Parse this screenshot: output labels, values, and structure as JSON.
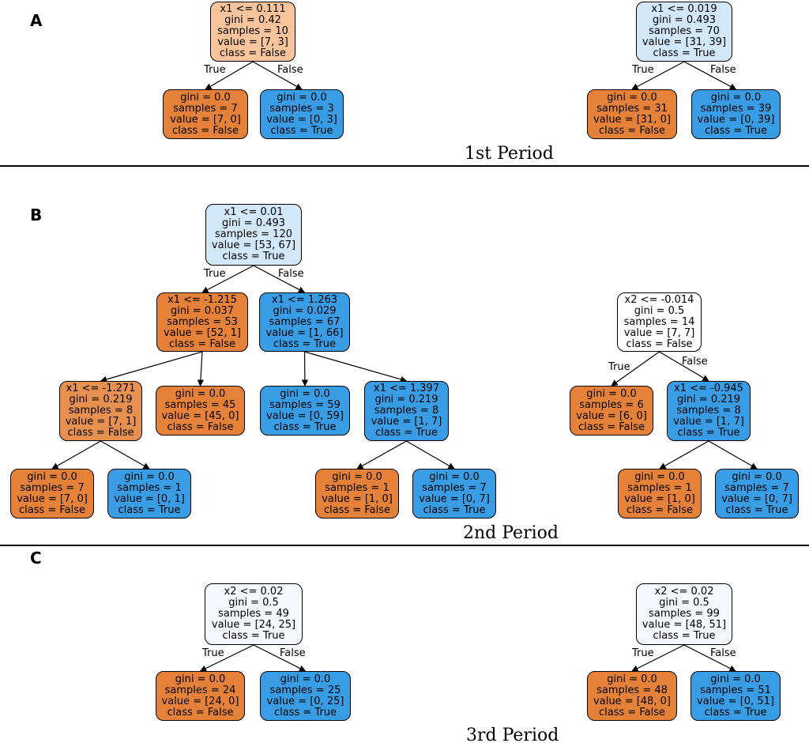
{
  "panels": {
    "a": {
      "label": "A",
      "period": "1st Period"
    },
    "b": {
      "label": "B",
      "period": "2nd Period"
    },
    "c": {
      "label": "C",
      "period": "3rd Period"
    }
  },
  "edge_labels": {
    "true": "True",
    "false": "False"
  },
  "colors": {
    "orange": "#e58139",
    "blue": "#399de5",
    "light_orange": "#f8c49c",
    "light_blue": "#d2e8f9",
    "orange_mid": "#e89050",
    "white": "#ffffff",
    "near_white": "#f2f8fd"
  },
  "trees": {
    "a1": {
      "root": {
        "lines": [
          "x1 <= 0.111",
          "gini = 0.42",
          "samples = 10",
          "value = [7, 3]",
          "class = False"
        ]
      },
      "left": {
        "lines": [
          "gini = 0.0",
          "samples = 7",
          "value = [7, 0]",
          "class = False"
        ]
      },
      "right": {
        "lines": [
          "gini = 0.0",
          "samples = 3",
          "value = [0, 3]",
          "class = True"
        ]
      }
    },
    "a2": {
      "root": {
        "lines": [
          "x1 <= 0.019",
          "gini = 0.493",
          "samples = 70",
          "value = [31, 39]",
          "class = True"
        ]
      },
      "left": {
        "lines": [
          "gini = 0.0",
          "samples = 31",
          "value = [31, 0]",
          "class = False"
        ]
      },
      "right": {
        "lines": [
          "gini = 0.0",
          "samples = 39",
          "value = [0, 39]",
          "class = True"
        ]
      }
    },
    "b1": {
      "root": {
        "lines": [
          "x1 <= 0.01",
          "gini = 0.493",
          "samples = 120",
          "value = [53, 67]",
          "class = True"
        ]
      },
      "l": {
        "lines": [
          "x1 <= -1.215",
          "gini = 0.037",
          "samples = 53",
          "value = [52, 1]",
          "class = False"
        ]
      },
      "r": {
        "lines": [
          "x1 <= 1.263",
          "gini = 0.029",
          "samples = 67",
          "value = [1, 66]",
          "class = True"
        ]
      },
      "ll": {
        "lines": [
          "x1 <= -1.271",
          "gini = 0.219",
          "samples = 8",
          "value = [7, 1]",
          "class = False"
        ]
      },
      "lr": {
        "lines": [
          "gini = 0.0",
          "samples = 45",
          "value = [45, 0]",
          "class = False"
        ]
      },
      "rl": {
        "lines": [
          "gini = 0.0",
          "samples = 59",
          "value = [0, 59]",
          "class = True"
        ]
      },
      "rr": {
        "lines": [
          "x1 <= 1.397",
          "gini = 0.219",
          "samples = 8",
          "value = [1, 7]",
          "class = True"
        ]
      },
      "lll": {
        "lines": [
          "gini = 0.0",
          "samples = 7",
          "value = [7, 0]",
          "class = False"
        ]
      },
      "llr": {
        "lines": [
          "gini = 0.0",
          "samples = 1",
          "value = [0, 1]",
          "class = True"
        ]
      },
      "rrl": {
        "lines": [
          "gini = 0.0",
          "samples = 1",
          "value = [1, 0]",
          "class = False"
        ]
      },
      "rrr": {
        "lines": [
          "gini = 0.0",
          "samples = 7",
          "value = [0, 7]",
          "class = True"
        ]
      }
    },
    "b2": {
      "root": {
        "lines": [
          "x2 <= -0.014",
          "gini = 0.5",
          "samples = 14",
          "value = [7, 7]",
          "class = False"
        ]
      },
      "left": {
        "lines": [
          "gini = 0.0",
          "samples = 6",
          "value = [6, 0]",
          "class = False"
        ]
      },
      "right": {
        "lines": [
          "x1 <= -0.945",
          "gini = 0.219",
          "samples = 8",
          "value = [1, 7]",
          "class = True"
        ]
      },
      "rl": {
        "lines": [
          "gini = 0.0",
          "samples = 1",
          "value = [1, 0]",
          "class = False"
        ]
      },
      "rr": {
        "lines": [
          "gini = 0.0",
          "samples = 7",
          "value = [0, 7]",
          "class = True"
        ]
      }
    },
    "c1": {
      "root": {
        "lines": [
          "x2 <= 0.02",
          "gini = 0.5",
          "samples = 49",
          "value = [24, 25]",
          "class = True"
        ]
      },
      "left": {
        "lines": [
          "gini = 0.0",
          "samples = 24",
          "value = [24, 0]",
          "class = False"
        ]
      },
      "right": {
        "lines": [
          "gini = 0.0",
          "samples = 25",
          "value = [0, 25]",
          "class = True"
        ]
      }
    },
    "c2": {
      "root": {
        "lines": [
          "x2 <= 0.02",
          "gini = 0.5",
          "samples = 99",
          "value = [48, 51]",
          "class = True"
        ]
      },
      "left": {
        "lines": [
          "gini = 0.0",
          "samples = 48",
          "value = [48, 0]",
          "class = False"
        ]
      },
      "right": {
        "lines": [
          "gini = 0.0",
          "samples = 51",
          "value = [0, 51]",
          "class = True"
        ]
      }
    }
  }
}
